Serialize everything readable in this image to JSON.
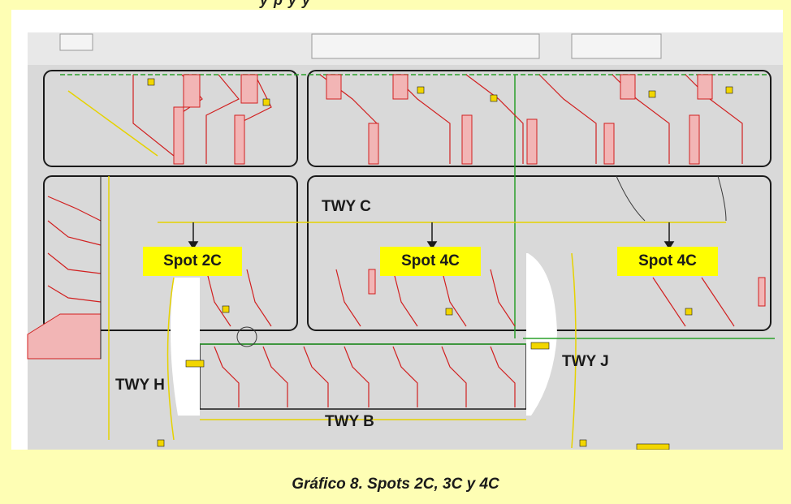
{
  "header": {
    "partial_text": "y   p   y y"
  },
  "map": {
    "colors": {
      "background": "#fefeb4",
      "apron": "#d9d9d9",
      "stand_lines": "#d12020",
      "taxi_lines": "#e6d200",
      "boundary": "#1a1a1a",
      "callout": "#ffff00",
      "green_line": "#2aa02a"
    },
    "callouts": {
      "spot_2c": "Spot 2C",
      "spot_4c_center": "Spot 4C",
      "spot_4c_right": "Spot 4C"
    },
    "taxiways": {
      "twy_c": "TWY C",
      "twy_h": "TWY H",
      "twy_j": "TWY J",
      "twy_b": "TWY B"
    }
  },
  "caption": "Gráfico 8. Spots 2C, 3C y 4C"
}
